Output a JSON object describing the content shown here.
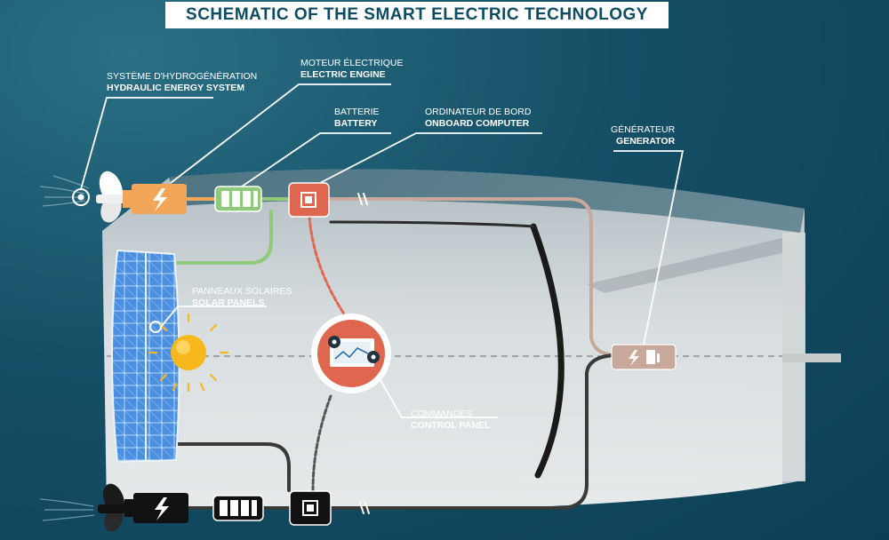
{
  "title": "SCHEMATIC OF THE SMART ELECTRIC TECHNOLOGY",
  "labels": {
    "hydro": {
      "fr": "SYSTÈME D'HYDROGÉNÉRATION",
      "en": "HYDRAULIC ENERGY SYSTEM"
    },
    "motor": {
      "fr": "MOTEUR ÉLECTRIQUE",
      "en": "ELECTRIC ENGINE"
    },
    "battery": {
      "fr": "BATTERIE",
      "en": "BATTERY"
    },
    "computer": {
      "fr": "ORDINATEUR DE BORD",
      "en": "ONBOARD COMPUTER"
    },
    "generator": {
      "fr": "GÉNÉRATEUR",
      "en": "GENERATOR"
    },
    "solar": {
      "fr": "PANNEAUX SOLAIRES",
      "en": "SOLAR PANELS"
    },
    "control": {
      "fr": "COMMANDES",
      "en": "CONTROL PANEL"
    }
  },
  "colors": {
    "motor": "#f2a65a",
    "battery": "#8fc97a",
    "computer": "#e0674f",
    "generator": "#c9a89c",
    "solar": "#3f7fd6",
    "sun": "#f7b81e",
    "dark_unit": "#111111",
    "cable_dark": "#3a3a3a"
  }
}
